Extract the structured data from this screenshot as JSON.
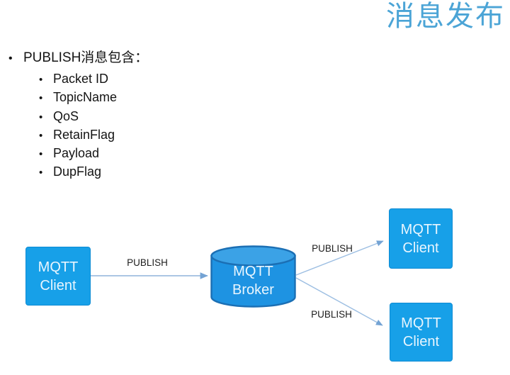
{
  "slide": {
    "title": "消息发布",
    "list": {
      "bullet_char": "•",
      "heading": "PUBLISH消息包含：",
      "items": [
        "Packet ID",
        "TopicName",
        "QoS",
        "RetainFlag",
        "Payload",
        "DupFlag"
      ]
    },
    "diagram": {
      "publisher": {
        "label": "MQTT\nClient"
      },
      "broker": {
        "label": "MQTT\nBroker"
      },
      "subscriber_top": {
        "label": "MQTT\nClient"
      },
      "subscriber_bottom": {
        "label": "MQTT\nClient"
      },
      "edge_labels": {
        "to_broker": "PUBLISH",
        "to_subscriber_top": "PUBLISH",
        "to_subscriber_bottom": "PUBLISH"
      }
    },
    "colors": {
      "title_text": "#4BA4D6",
      "node_fill": "#17A0E8",
      "node_border": "#0D8BD4",
      "node_text": "#E8F5FE",
      "cylinder_fill": "#1E93E2",
      "cylinder_top_fill": "#3BA2E6",
      "cylinder_border": "#1B6FB4",
      "arrow": "#8FB4DC",
      "body_text": "#141414"
    }
  }
}
